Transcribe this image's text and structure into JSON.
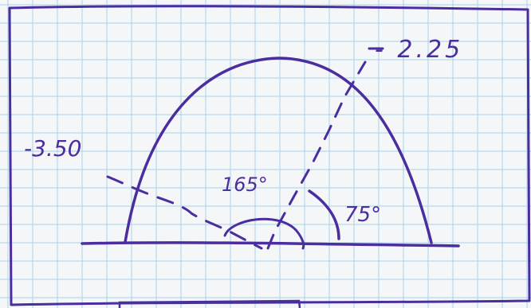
{
  "diagram": {
    "ink_color": "#4a2ea0",
    "paper_color": "#f4f6f7",
    "grid_color": "#a9d3e8",
    "labels": {
      "left_value": "-3.50",
      "right_value": "- 2.25",
      "large_angle": "165°",
      "small_angle": "75°"
    }
  }
}
